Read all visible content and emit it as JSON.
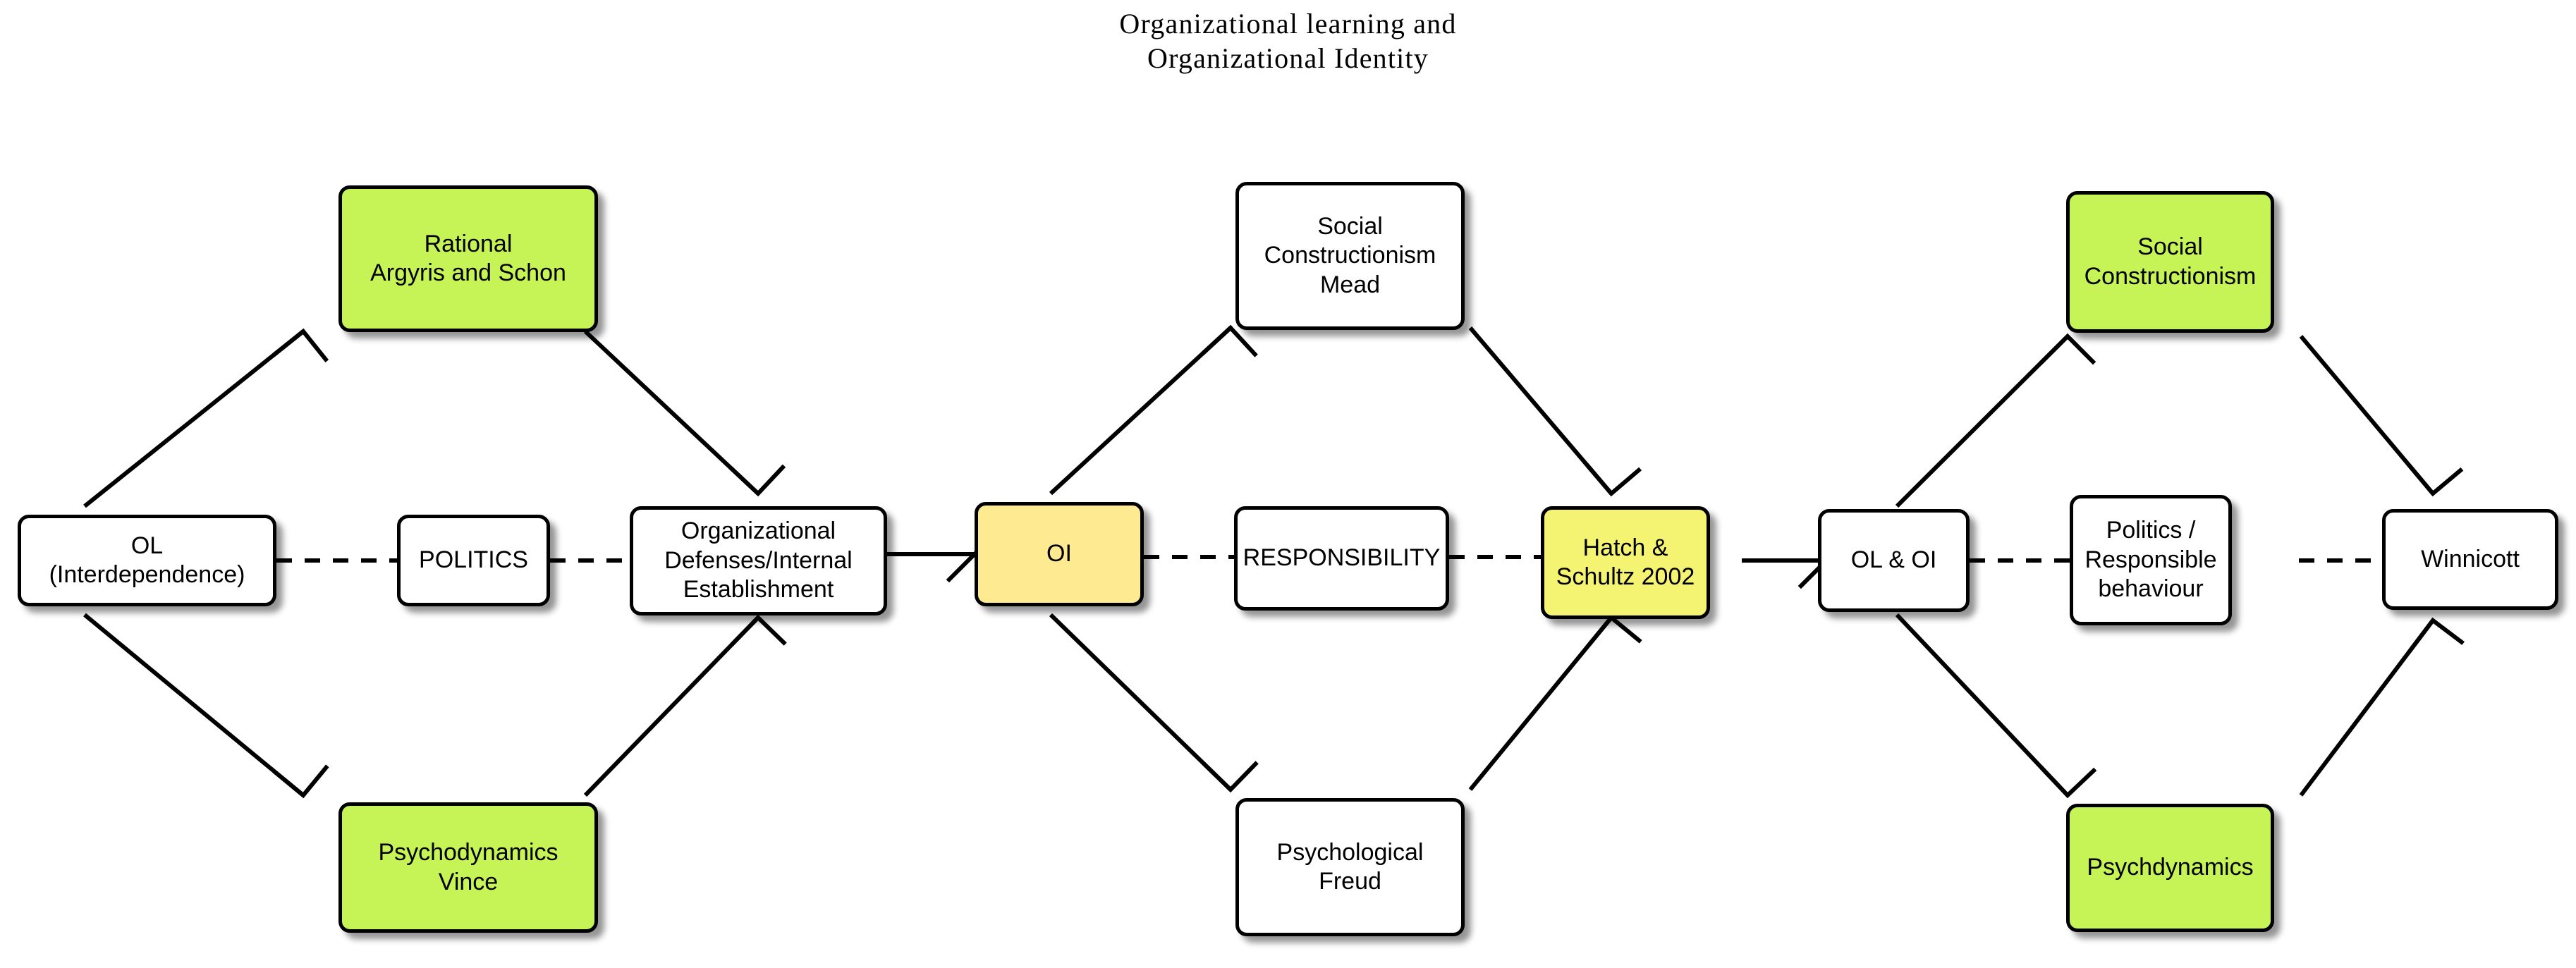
{
  "title": {
    "line1": "Organizational learning and",
    "line2": "Organizational Identity"
  },
  "colors": {
    "green": "#c6f356",
    "yellow_soft": "#fdea91",
    "yellow_bright": "#f4f472",
    "white": "#ffffff",
    "border": "#000000",
    "text": "#000000"
  },
  "groups": [
    {
      "name": "organizational-learning-group",
      "nodes": {
        "left": {
          "label": "OL\n(Interdependence)",
          "fill": "white"
        },
        "middle": {
          "label": "POLITICS",
          "fill": "white"
        },
        "right": {
          "label": "Organizational\nDefenses/Internal\nEstablishment",
          "fill": "white"
        },
        "top": {
          "label": "Rational\nArgyris and Schon",
          "fill": "green"
        },
        "bottom": {
          "label": "Psychodynamics\nVince",
          "fill": "green"
        }
      }
    },
    {
      "name": "organizational-identity-group",
      "nodes": {
        "left": {
          "label": "OI",
          "fill": "yellow_soft"
        },
        "middle": {
          "label": "RESPONSIBILITY",
          "fill": "white"
        },
        "right": {
          "label": "Hatch &\nSchultz 2002",
          "fill": "yellow_bright"
        },
        "top": {
          "label": "Social\nConstructionism\nMead",
          "fill": "white"
        },
        "bottom": {
          "label": "Psychological\nFreud",
          "fill": "white"
        }
      }
    },
    {
      "name": "combined-ol-oi-group",
      "nodes": {
        "left": {
          "label": "OL & OI",
          "fill": "white"
        },
        "middle": {
          "label": "Politics /\nResponsible\nbehaviour",
          "fill": "white"
        },
        "right": {
          "label": "Winnicott",
          "fill": "white"
        },
        "top": {
          "label": "Social\nConstructionism",
          "fill": "green"
        },
        "bottom": {
          "label": "Psychdynamics",
          "fill": "green"
        }
      }
    }
  ],
  "connectors": {
    "dashed_label": "dashed-association-line",
    "solid_label": "solid-directed-arrow"
  }
}
